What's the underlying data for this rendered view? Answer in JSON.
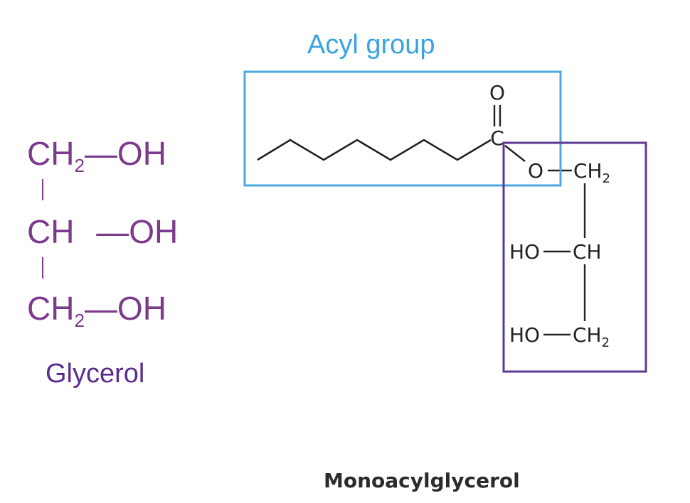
{
  "glycerol": {
    "rows": [
      {
        "group": "CH",
        "sub": "2",
        "dash": "—",
        "oh": "OH"
      },
      {
        "group": "CH",
        "sub": "",
        "dash": "—",
        "oh": "OH"
      },
      {
        "group": "CH",
        "sub": "2",
        "dash": "—",
        "oh": "OH"
      }
    ],
    "bond": "|",
    "caption": "Glycerol",
    "color": "#7b3a8c"
  },
  "acyl": {
    "caption": "Acyl group",
    "box_color": "#4ba8e0"
  },
  "monoacylglycerol": {
    "o_top": "O",
    "carbon": "C",
    "ester_o": "O",
    "ch2_top": "CH",
    "ch2_top_sub": "2",
    "ho_mid": "HO",
    "ch_mid": "CH",
    "ho_bottom": "HO",
    "ch2_bottom": "CH",
    "ch2_bottom_sub": "2",
    "caption": "Monoacylglycerol",
    "box_color": "#5e3a96"
  }
}
